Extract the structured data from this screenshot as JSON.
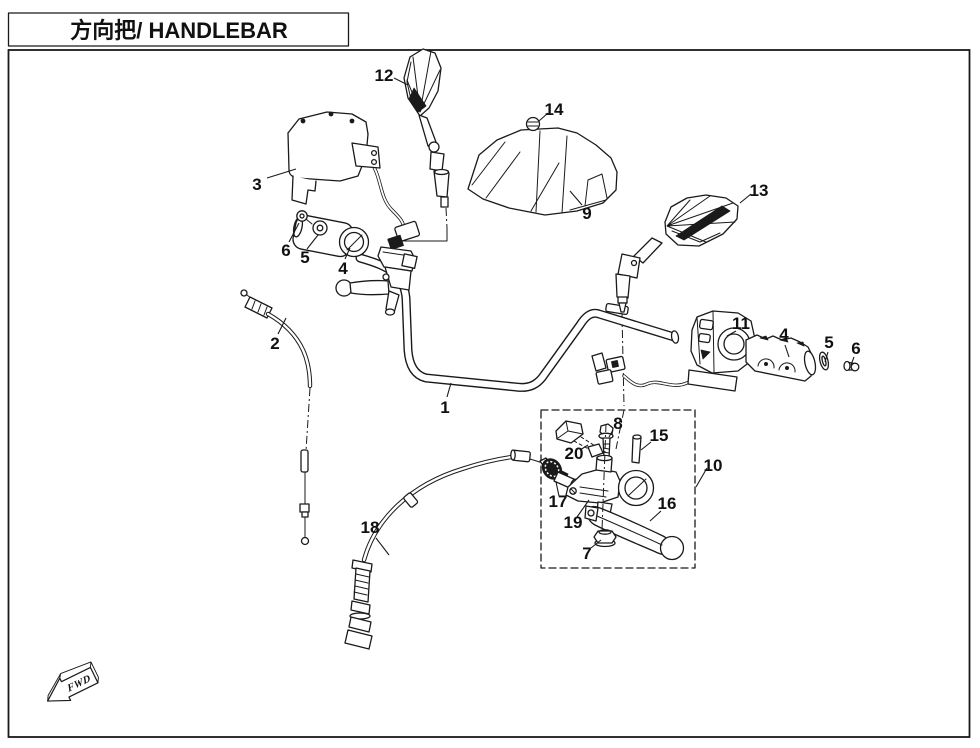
{
  "title": {
    "text": "方向把/ HANDLEBAR"
  },
  "direction_marker": {
    "label": "FWD"
  },
  "colors": {
    "line": "#1a1a1a",
    "background": "#ffffff"
  },
  "diagram": {
    "kind": "exploded-parts-diagram",
    "subassembly_box_part": "10"
  },
  "callouts": [
    {
      "part": "1"
    },
    {
      "part": "2"
    },
    {
      "part": "3"
    },
    {
      "part": "4"
    },
    {
      "part": "5"
    },
    {
      "part": "6"
    },
    {
      "part": "4"
    },
    {
      "part": "5"
    },
    {
      "part": "6"
    },
    {
      "part": "7"
    },
    {
      "part": "8"
    },
    {
      "part": "9"
    },
    {
      "part": "10"
    },
    {
      "part": "11"
    },
    {
      "part": "12"
    },
    {
      "part": "13"
    },
    {
      "part": "14"
    },
    {
      "part": "15"
    },
    {
      "part": "16"
    },
    {
      "part": "17"
    },
    {
      "part": "18"
    },
    {
      "part": "19"
    },
    {
      "part": "20"
    }
  ]
}
